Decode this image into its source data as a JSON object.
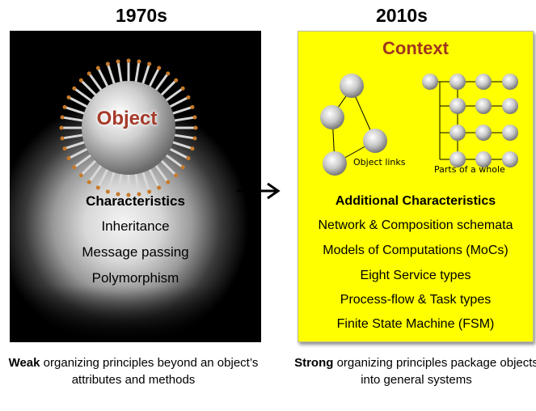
{
  "left": {
    "era": "1970s",
    "object_label": "Object",
    "heading": "Characteristics",
    "items": [
      "Inheritance",
      "Message passing",
      "Polymorphism"
    ]
  },
  "right": {
    "era": "2010s",
    "title": "Context",
    "object_links_label": "Object links",
    "parts_label": "Parts of a whole",
    "heading": "Additional Characteristics",
    "items": [
      "Network & Composition schemata",
      "Models of Computations (MoCs)",
      "Eight Service types",
      "Process-flow & Task types",
      "Finite State Machine (FSM)"
    ]
  },
  "captions": {
    "left_strong": "Weak",
    "left_rest": " organizing principles beyond an object’s attributes and methods",
    "right_strong": "Strong",
    "right_rest": " organizing principles package objects into general systems"
  },
  "colors": {
    "label_red": "#a53a2a",
    "panel_yellow": "#ffff00"
  },
  "icons": {
    "arrow": "right-arrow-icon",
    "sphere": "spiked-sphere-icon"
  }
}
